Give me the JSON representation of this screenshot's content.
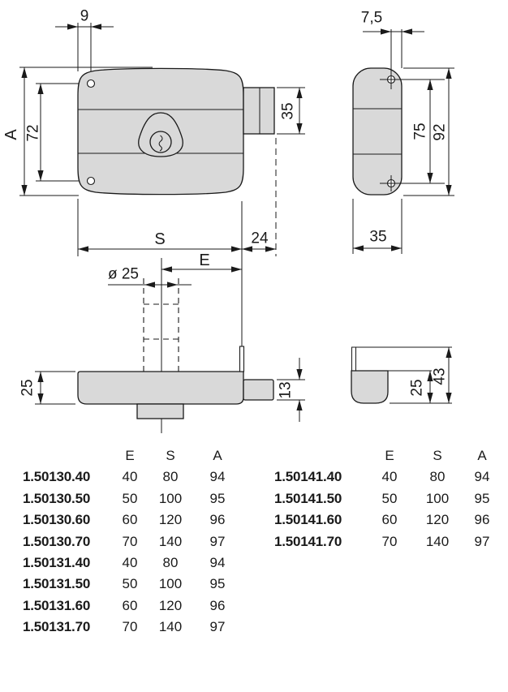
{
  "diagram": {
    "colors": {
      "part_fill": "#d9d9d9",
      "line": "#1a1a1a"
    },
    "front_view": {
      "hole_offset": "9",
      "total_height": "A",
      "hole_spacing": "72",
      "bolt_height": "35",
      "body_width": "S",
      "bolt_throw": "24"
    },
    "strike_front_view": {
      "hole_offset": "7,5",
      "hole_spacing": "75",
      "total_height": "92",
      "width": "35"
    },
    "top_view": {
      "cylinder_diameter": "ø 25",
      "backset": "E",
      "body_depth": "25",
      "bolt_thickness": "13"
    },
    "strike_side_view": {
      "box_depth": "25",
      "total_depth": "43"
    }
  },
  "tables": {
    "columns": [
      "E",
      "S",
      "A"
    ],
    "left": {
      "rows": [
        {
          "code": "1.50130.40",
          "values": [
            "40",
            "80",
            "94"
          ]
        },
        {
          "code": "1.50130.50",
          "values": [
            "50",
            "100",
            "95"
          ]
        },
        {
          "code": "1.50130.60",
          "values": [
            "60",
            "120",
            "96"
          ]
        },
        {
          "code": "1.50130.70",
          "values": [
            "70",
            "140",
            "97"
          ]
        },
        {
          "code": "1.50131.40",
          "values": [
            "40",
            "80",
            "94"
          ]
        },
        {
          "code": "1.50131.50",
          "values": [
            "50",
            "100",
            "95"
          ]
        },
        {
          "code": "1.50131.60",
          "values": [
            "60",
            "120",
            "96"
          ]
        },
        {
          "code": "1.50131.70",
          "values": [
            "70",
            "140",
            "97"
          ]
        }
      ]
    },
    "right": {
      "rows": [
        {
          "code": "1.50141.40",
          "values": [
            "40",
            "80",
            "94"
          ]
        },
        {
          "code": "1.50141.50",
          "values": [
            "50",
            "100",
            "95"
          ]
        },
        {
          "code": "1.50141.60",
          "values": [
            "60",
            "120",
            "96"
          ]
        },
        {
          "code": "1.50141.70",
          "values": [
            "70",
            "140",
            "97"
          ]
        }
      ]
    }
  }
}
